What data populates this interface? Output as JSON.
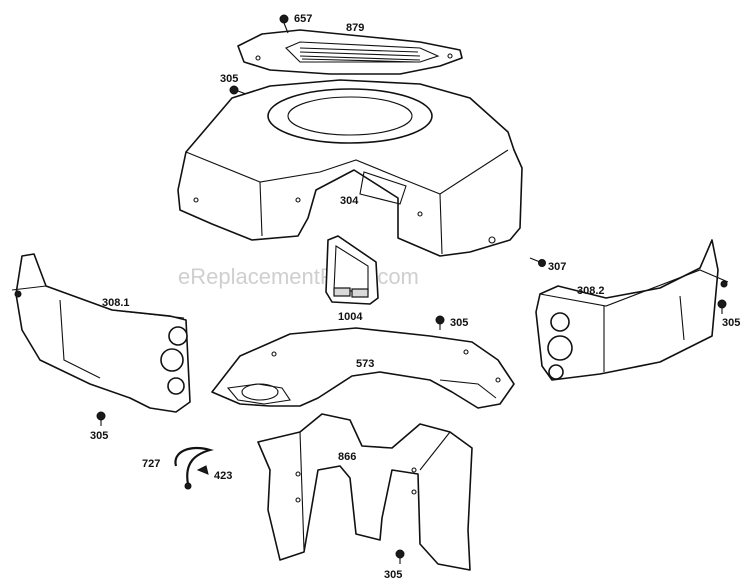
{
  "watermark": "eReplacementParts.com",
  "colors": {
    "line": "#111111",
    "background": "#ffffff",
    "watermark": "#cfcfcf"
  },
  "labels": {
    "p657": "657",
    "p879": "879",
    "p305_top": "305",
    "p304": "304",
    "p307": "307",
    "p308_1": "308.1",
    "p308_2": "308.2",
    "p305_right": "305",
    "p1004": "1004",
    "p305_mid": "305",
    "p573": "573",
    "p305_left": "305",
    "p727": "727",
    "p423": "423",
    "p866": "866",
    "p305_bottom": "305"
  }
}
